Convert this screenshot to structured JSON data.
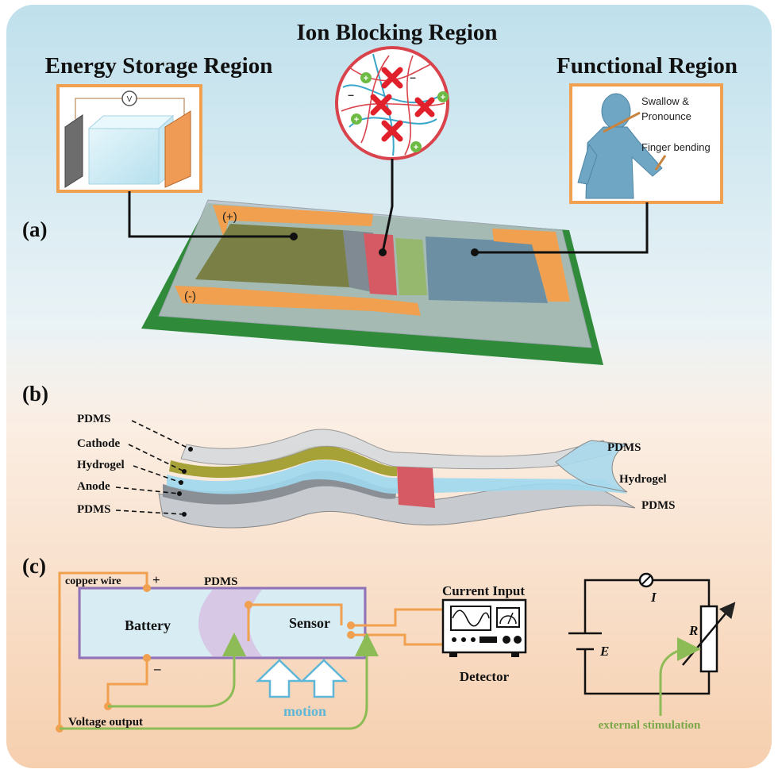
{
  "regions": {
    "energy_storage": "Energy Storage Region",
    "ion_blocking": "Ion Blocking Region",
    "functional": "Functional Region"
  },
  "panel_labels": {
    "a": "(a)",
    "b": "(b)",
    "c": "(c)"
  },
  "panel_a": {
    "voltmeter": "V",
    "plus": "(+)",
    "minus": "(-)",
    "swallow_line1": "Swallow &",
    "swallow_line2": "Pronounce",
    "finger": "Finger bending"
  },
  "panel_b": {
    "left_layers": [
      "PDMS",
      "Cathode",
      "Hydrogel",
      "Anode",
      "PDMS"
    ],
    "right_layers": [
      "PDMS",
      "Hydrogel",
      "PDMS"
    ]
  },
  "panel_c": {
    "copper_wire": "copper wire",
    "plus": "+",
    "minus": "–",
    "pdms": "PDMS",
    "battery": "Battery",
    "sensor": "Sensor",
    "motion": "motion",
    "voltage_output": "Voltage output",
    "current_input": "Current Input",
    "detector": "Detector",
    "circuit_I": "I",
    "circuit_R": "R",
    "circuit_E": "E",
    "external_stimulation": "external stimulation"
  },
  "colors": {
    "top_bg": "#cfe6ef",
    "bottom_bg": "#f8d9bf",
    "orange": "#f0a04f",
    "wire_green": "#8dbb55",
    "green_base": "#2f8a3a",
    "hydrogel_blue": "#8fd4ee",
    "ion_red": "#d9434c",
    "stim_green": "#7aa84a",
    "motion_blue": "#5fb6d6"
  }
}
